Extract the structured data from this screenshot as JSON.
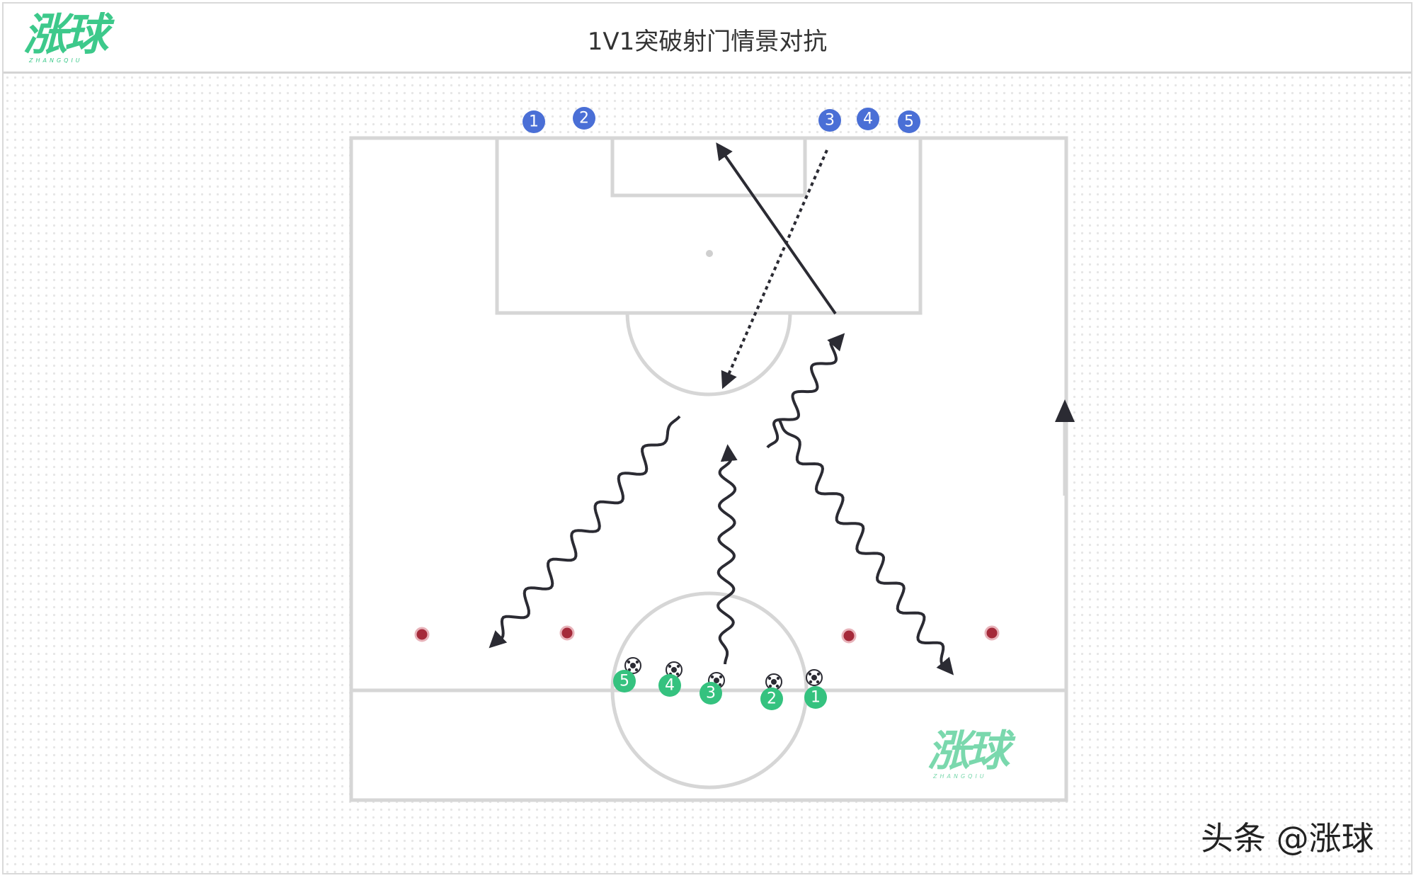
{
  "header": {
    "logo_text": "涨球",
    "logo_subtext": "ZHANGQIU",
    "title": "1V1突破射门情景对抗"
  },
  "defenders": {
    "color": "#4a6fd6",
    "numbers": [
      "1",
      "2",
      "3",
      "4",
      "5"
    ]
  },
  "attackers": {
    "color": "#35c27f",
    "numbers": [
      "5",
      "4",
      "3",
      "2",
      "1"
    ]
  },
  "cones": {
    "color": "#a52a3a",
    "count": 4
  },
  "field_watermark": {
    "text": "涨球",
    "subtext": "ZHANGQIU"
  },
  "credit": "头条 @涨球",
  "colors": {
    "line": "#d6d6d6",
    "arrow": "#2b2b33",
    "brand_green": "#3dc98b"
  }
}
